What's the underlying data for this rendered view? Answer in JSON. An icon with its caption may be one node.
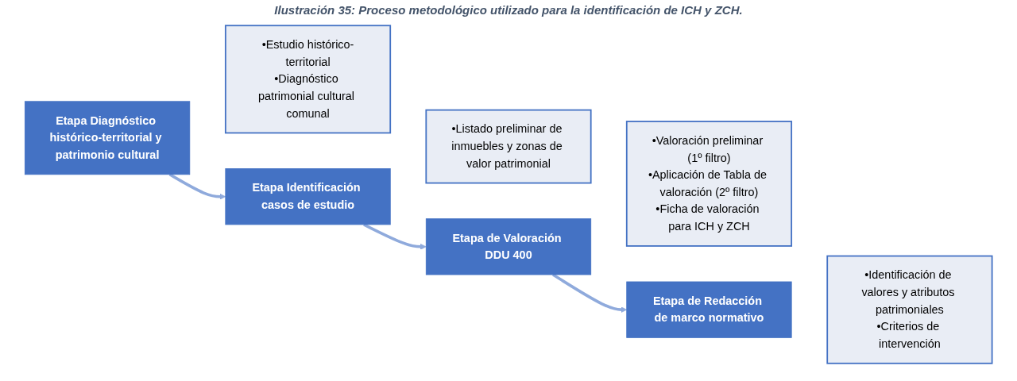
{
  "diagram": {
    "title": "Ilustración 35: Proceso metodológico utilizado para la identificación de ICH y ZCH.",
    "nodes": [
      {
        "text": [
          "Etapa Diagnóstico histórico-territorial y patrimonio cultural"
        ]
      },
      {
        "text": [
          "•Estudio histórico-territorial",
          "•Diagnóstico patrimonial cultural comunal"
        ]
      },
      {
        "text": [
          "Etapa Identificación casos de estudio"
        ]
      },
      {
        "text": [
          "•Listado preliminar de inmuebles y zonas de valor patrimonial"
        ]
      },
      {
        "text": [
          "Etapa de Valoración DDU 400"
        ]
      },
      {
        "text": [
          "•Valoración preliminar (1º filtro)",
          "•Aplicación de Tabla de valoración (2º filtro)",
          "•Ficha de valoración para ICH y ZCH"
        ]
      },
      {
        "text": [
          "Etapa de Redacción de marco normativo"
        ]
      },
      {
        "text": [
          "•Identificación de valores y atributos patrimoniales",
          "•Criterios de intervención"
        ]
      }
    ],
    "edges": [
      {
        "from": 0,
        "to": 2,
        "arrow": "to"
      },
      {
        "from": 2,
        "to": 4,
        "arrow": "to"
      },
      {
        "from": 4,
        "to": 6,
        "arrow": "to"
      }
    ]
  }
}
